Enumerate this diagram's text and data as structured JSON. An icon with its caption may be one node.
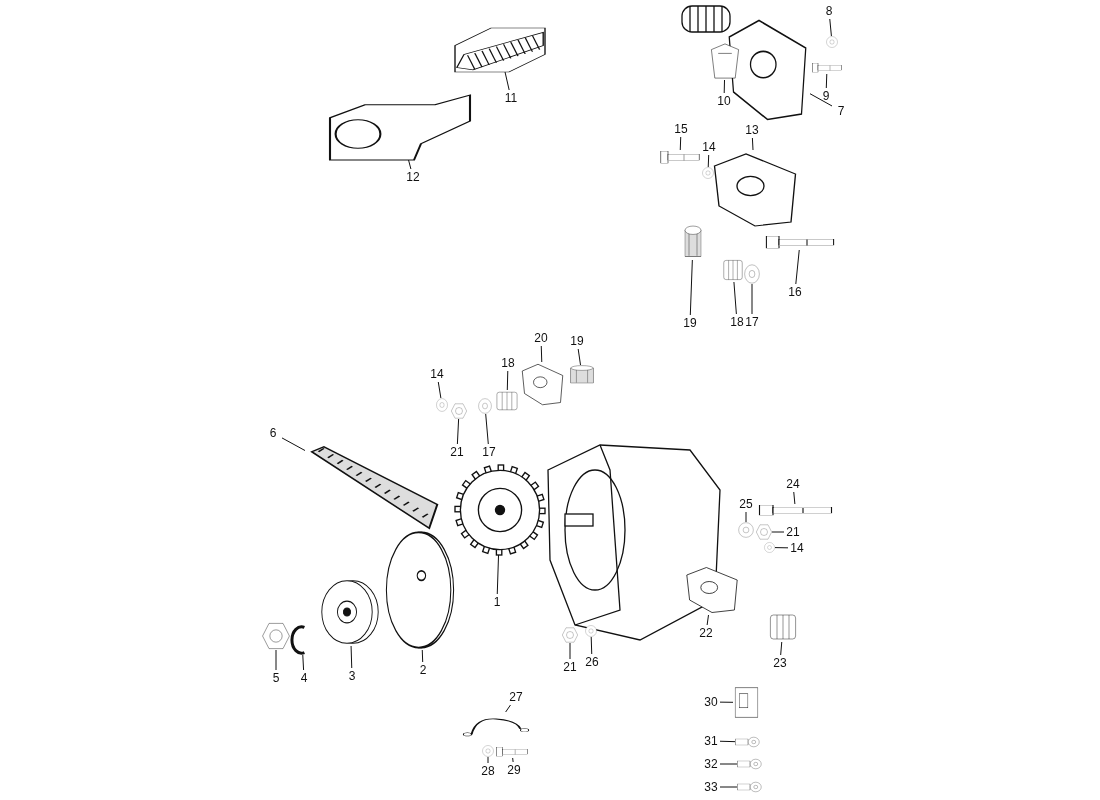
{
  "diagram": {
    "nodes": [
      {
        "text": [
          "1"
        ]
      },
      {
        "text": [],
        "shape": "picture"
      },
      {
        "text": [
          "2"
        ]
      },
      {
        "text": [],
        "shape": "picture"
      },
      {
        "text": [
          "3"
        ]
      },
      {
        "text": [],
        "shape": "picture"
      },
      {
        "text": [
          "4"
        ]
      },
      {
        "text": [],
        "shape": "picture"
      },
      {
        "text": [
          "5"
        ]
      },
      {
        "text": [],
        "shape": "picture"
      },
      {
        "text": [
          "6"
        ]
      },
      {
        "text": [],
        "shape": "picture"
      },
      {
        "text": [
          "7"
        ]
      },
      {
        "text": [],
        "shape": "picture"
      },
      {
        "text": [
          "8"
        ]
      },
      {
        "text": [],
        "shape": "picture"
      },
      {
        "text": [
          "9"
        ]
      },
      {
        "text": [],
        "shape": "picture"
      },
      {
        "text": [
          "10"
        ]
      },
      {
        "text": [],
        "shape": "picture"
      },
      {
        "text": [
          "11"
        ]
      },
      {
        "text": [],
        "shape": "picture"
      },
      {
        "text": [
          "12"
        ]
      },
      {
        "text": [],
        "shape": "picture"
      },
      {
        "text": [
          "13"
        ]
      },
      {
        "text": [],
        "shape": "picture"
      },
      {
        "text": [
          "14"
        ]
      },
      {
        "text": [],
        "shape": "picture"
      },
      {
        "text": [
          "15"
        ]
      },
      {
        "text": [],
        "shape": "picture"
      },
      {
        "text": [
          "16"
        ]
      },
      {
        "text": [],
        "shape": "picture"
      },
      {
        "text": [
          "17"
        ]
      },
      {
        "text": [],
        "shape": "picture"
      },
      {
        "text": [
          "18"
        ]
      },
      {
        "text": [],
        "shape": "picture"
      },
      {
        "text": [
          "19"
        ]
      },
      {
        "text": [],
        "shape": "picture"
      },
      {
        "text": [
          "20"
        ]
      },
      {
        "text": [],
        "shape": "picture"
      },
      {
        "text": [
          "21"
        ]
      },
      {
        "text": [],
        "shape": "picture"
      },
      {
        "text": [
          "14"
        ]
      },
      {
        "text": [],
        "shape": "picture"
      },
      {
        "text": [
          "18"
        ]
      },
      {
        "text": [],
        "shape": "picture"
      },
      {
        "text": [
          "17"
        ]
      },
      {
        "text": [],
        "shape": "picture"
      },
      {
        "text": [
          "19"
        ]
      },
      {
        "text": [],
        "shape": "picture"
      },
      {
        "text": [
          "21"
        ]
      },
      {
        "text": [],
        "shape": "picture"
      },
      {
        "text": [
          "14"
        ]
      },
      {
        "text": [],
        "shape": "picture"
      },
      {
        "text": [
          "21"
        ]
      },
      {
        "text": [],
        "shape": "picture"
      },
      {
        "text": [
          "22"
        ]
      },
      {
        "text": [],
        "shape": "picture"
      },
      {
        "text": [
          "23"
        ]
      },
      {
        "text": [],
        "shape": "picture"
      },
      {
        "text": [
          "24"
        ]
      },
      {
        "text": [],
        "shape": "picture"
      },
      {
        "text": [
          "25"
        ]
      },
      {
        "text": [],
        "shape": "picture"
      },
      {
        "text": [
          "26"
        ]
      },
      {
        "text": [],
        "shape": "picture"
      },
      {
        "text": [
          "27"
        ]
      },
      {
        "text": [],
        "shape": "picture"
      },
      {
        "text": [
          "28"
        ]
      },
      {
        "text": [],
        "shape": "picture"
      },
      {
        "text": [
          "29"
        ]
      },
      {
        "text": [],
        "shape": "picture"
      },
      {
        "text": [
          "30"
        ]
      },
      {
        "text": [],
        "shape": "picture"
      },
      {
        "text": [
          "31"
        ]
      },
      {
        "text": [],
        "shape": "picture"
      },
      {
        "text": [
          "32"
        ]
      },
      {
        "text": [],
        "shape": "picture"
      },
      {
        "text": [
          "33"
        ]
      },
      {
        "text": [],
        "shape": "picture"
      }
    ],
    "edges": [
      {
        "from": 0,
        "to": 1,
        "arrow": "none"
      },
      {
        "from": 2,
        "to": 3,
        "arrow": "none"
      },
      {
        "from": 4,
        "to": 5,
        "arrow": "none"
      },
      {
        "from": 6,
        "to": 7,
        "arrow": "none"
      },
      {
        "from": 8,
        "to": 9,
        "arrow": "none"
      },
      {
        "from": 10,
        "to": 11,
        "arrow": "none"
      },
      {
        "from": 12,
        "to": 13,
        "arrow": "none"
      },
      {
        "from": 14,
        "to": 15,
        "arrow": "none"
      },
      {
        "from": 16,
        "to": 17,
        "arrow": "none"
      },
      {
        "from": 18,
        "to": 19,
        "arrow": "none"
      },
      {
        "from": 20,
        "to": 21,
        "arrow": "none"
      },
      {
        "from": 22,
        "to": 23,
        "arrow": "none"
      },
      {
        "from": 24,
        "to": 25,
        "arrow": "none"
      },
      {
        "from": 26,
        "to": 27,
        "arrow": "none"
      },
      {
        "from": 28,
        "to": 29,
        "arrow": "none"
      },
      {
        "from": 30,
        "to": 31,
        "arrow": "none"
      },
      {
        "from": 32,
        "to": 33,
        "arrow": "none"
      },
      {
        "from": 34,
        "to": 35,
        "arrow": "none"
      },
      {
        "from": 36,
        "to": 37,
        "arrow": "none"
      },
      {
        "from": 38,
        "to": 39,
        "arrow": "none"
      },
      {
        "from": 40,
        "to": 41,
        "arrow": "none"
      },
      {
        "from": 42,
        "to": 43,
        "arrow": "none"
      },
      {
        "from": 44,
        "to": 45,
        "arrow": "none"
      },
      {
        "from": 46,
        "to": 47,
        "arrow": "none"
      },
      {
        "from": 48,
        "to": 49,
        "arrow": "none"
      },
      {
        "from": 50,
        "to": 51,
        "arrow": "none"
      },
      {
        "from": 52,
        "to": 53,
        "arrow": "none"
      },
      {
        "from": 54,
        "to": 55,
        "arrow": "none"
      },
      {
        "from": 56,
        "to": 57,
        "arrow": "none"
      },
      {
        "from": 58,
        "to": 59,
        "arrow": "none"
      },
      {
        "from": 60,
        "to": 61,
        "arrow": "none"
      },
      {
        "from": 62,
        "to": 63,
        "arrow": "none"
      },
      {
        "from": 64,
        "to": 65,
        "arrow": "none"
      },
      {
        "from": 66,
        "to": 67,
        "arrow": "none"
      },
      {
        "from": 68,
        "to": 69,
        "arrow": "none"
      },
      {
        "from": 70,
        "to": 71,
        "arrow": "none"
      },
      {
        "from": 72,
        "to": 73,
        "arrow": "none"
      },
      {
        "from": 74,
        "to": 75,
        "arrow": "none"
      },
      {
        "from": 76,
        "to": 77,
        "arrow": "none"
      },
      {
        "from": 78,
        "to": 79,
        "arrow": "none"
      }
    ]
  }
}
